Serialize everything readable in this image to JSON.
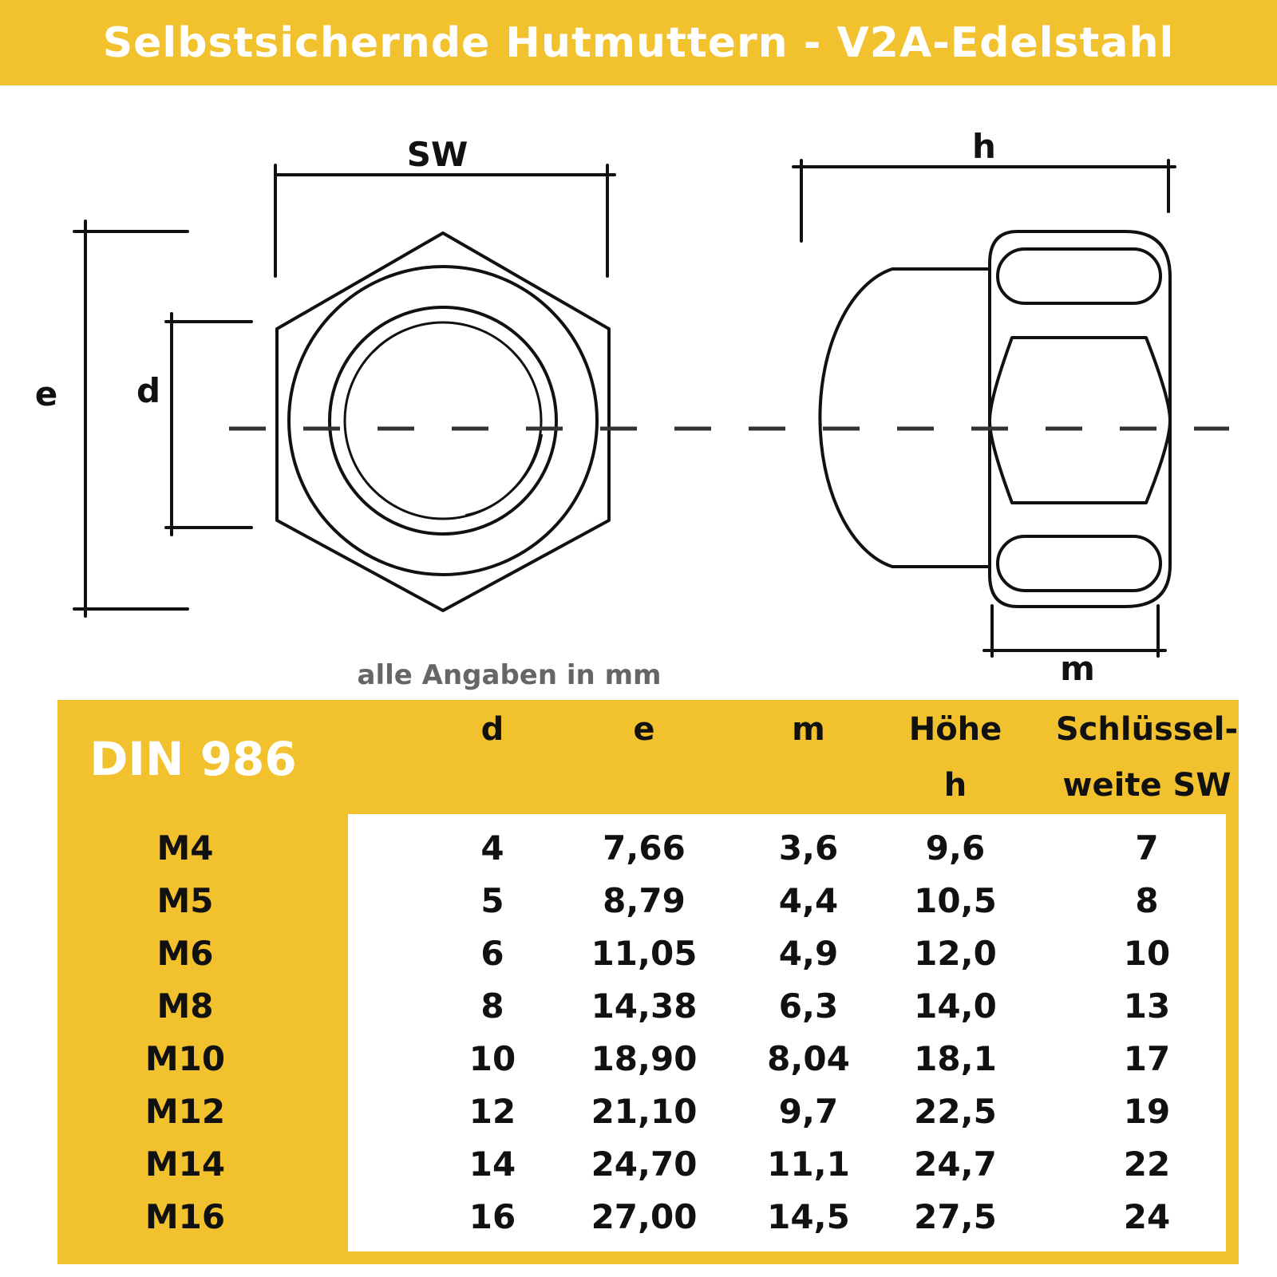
{
  "title": "Selbstsichernde Hutmuttern - V2A-Edelstahl",
  "diagram": {
    "labels": {
      "sw": "SW",
      "e": "e",
      "d": "d",
      "h": "h",
      "m": "m"
    },
    "units_note": "alle Angaben in mm"
  },
  "table": {
    "standard": "DIN 986",
    "headers": {
      "d": [
        "",
        "d"
      ],
      "e": [
        "",
        "e"
      ],
      "m": [
        "",
        "m"
      ],
      "h": [
        "Höhe",
        "h"
      ],
      "sw": [
        "Schlüssel-",
        "weite SW"
      ]
    },
    "rows": [
      {
        "size": "M4",
        "d": "4",
        "e": "7,66",
        "m": "3,6",
        "h": "9,6",
        "sw": "7"
      },
      {
        "size": "M5",
        "d": "5",
        "e": "8,79",
        "m": "4,4",
        "h": "10,5",
        "sw": "8"
      },
      {
        "size": "M6",
        "d": "6",
        "e": "11,05",
        "m": "4,9",
        "h": "12,0",
        "sw": "10"
      },
      {
        "size": "M8",
        "d": "8",
        "e": "14,38",
        "m": "6,3",
        "h": "14,0",
        "sw": "13"
      },
      {
        "size": "M10",
        "d": "10",
        "e": "18,90",
        "m": "8,04",
        "h": "18,1",
        "sw": "17"
      },
      {
        "size": "M12",
        "d": "12",
        "e": "21,10",
        "m": "9,7",
        "h": "22,5",
        "sw": "19"
      },
      {
        "size": "M14",
        "d": "14",
        "e": "24,70",
        "m": "11,1",
        "h": "24,7",
        "sw": "22"
      },
      {
        "size": "M16",
        "d": "16",
        "e": "27,00",
        "m": "14,5",
        "h": "27,5",
        "sw": "24"
      }
    ]
  },
  "colors": {
    "accent": "#f2c12e",
    "ink": "#111111",
    "note": "#666666",
    "white": "#ffffff"
  }
}
